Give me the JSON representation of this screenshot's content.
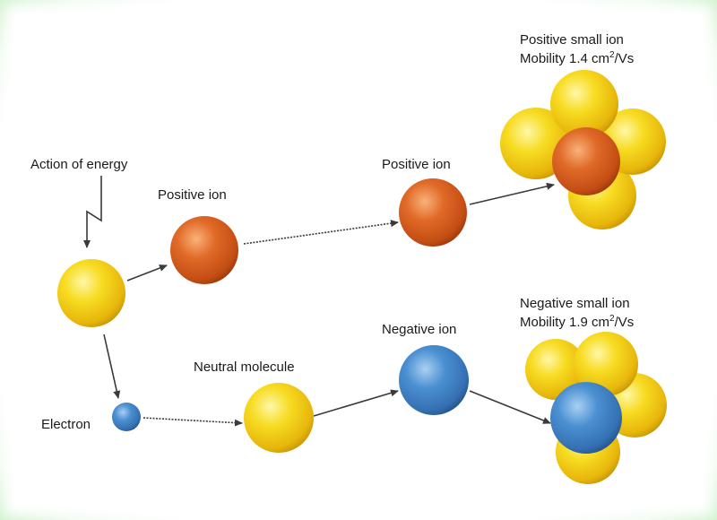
{
  "labels": {
    "action_of_energy": "Action of energy",
    "positive_ion_1": "Positive ion",
    "positive_ion_2": "Positive ion",
    "positive_small_ion_title": "Positive small ion",
    "positive_mobility_prefix": "Mobility 1.4 cm",
    "positive_mobility_sup": "2",
    "positive_mobility_unit": "/Vs",
    "negative_small_ion_title": "Negative small ion",
    "negative_mobility_prefix": "Mobility 1.9 cm",
    "negative_mobility_sup": "2",
    "negative_mobility_unit": "/Vs",
    "negative_ion": "Negative ion",
    "neutral_molecule": "Neutral molecule",
    "electron": "Electron"
  },
  "colors": {
    "yellow_molecule": "#f3d21a",
    "orange_ion": "#d8581c",
    "blue_ion": "#3f83c6",
    "arrow": "#3a3a3a"
  }
}
